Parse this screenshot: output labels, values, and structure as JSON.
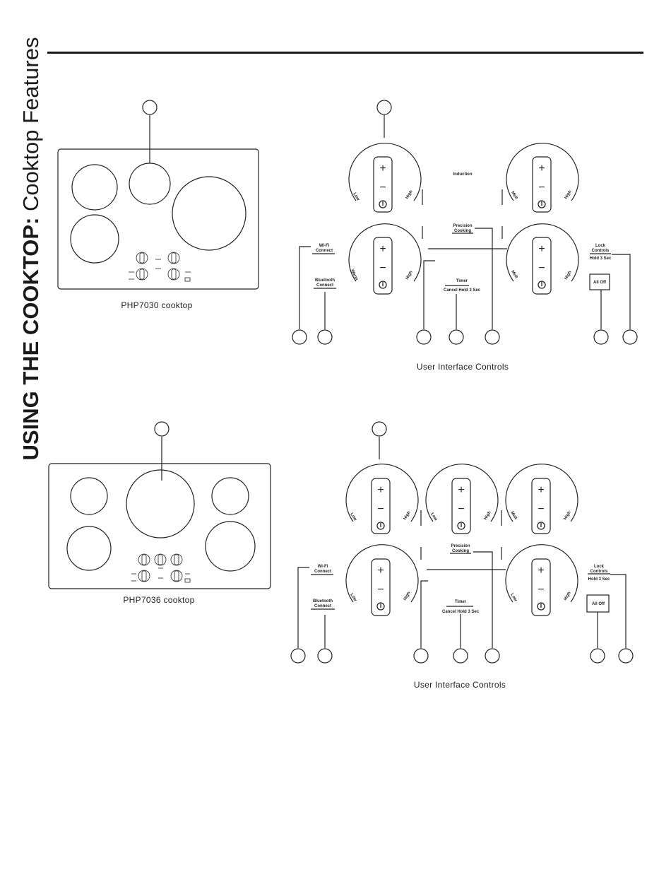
{
  "header": {
    "title_bold": "USING THE COOKTOP:",
    "title_light": " Cooktop Features"
  },
  "sections": [
    {
      "model_caption": "PHP7030 cooktop",
      "ui_caption": "User Interface Controls",
      "labels": {
        "induction": "Induction",
        "precision_1": "Precision",
        "precision_2": "Cooking",
        "timer": "Timer",
        "timer_sub": "Cancel Hold 3 Sec",
        "wifi_1": "Wi-Fi",
        "wifi_2": "Connect",
        "bt_1": "Bluetooth",
        "bt_2": "Connect",
        "lock_1": "Lock",
        "lock_2": "Controls",
        "lock_sub": "Hold 3 Sec",
        "all_off": "All Off"
      },
      "dials": [
        {
          "low": "Low",
          "high": "High"
        },
        {
          "low": "Melt",
          "high": "High"
        },
        {
          "low": "Warm",
          "high": "High"
        },
        {
          "low": "Melt",
          "high": "High"
        }
      ]
    },
    {
      "model_caption": "PHP7036 cooktop",
      "ui_caption": "User Interface Controls",
      "labels": {
        "precision_1": "Precision",
        "precision_2": "Cooking",
        "timer": "Timer",
        "timer_sub": "Cancel Hold 3 Sec",
        "wifi_1": "Wi-Fi",
        "wifi_2": "Connect",
        "bt_1": "Bluetooth",
        "bt_2": "Connect",
        "lock_1": "Lock",
        "lock_2": "Controls",
        "lock_sub": "Hold 3 Sec",
        "all_off": "All Off"
      },
      "dials": [
        {
          "low": "Low",
          "high": "High"
        },
        {
          "low": "Low",
          "high": "High"
        },
        {
          "low": "Melt",
          "high": "High"
        },
        {
          "low": "Low",
          "high": "High"
        },
        {
          "low": "Low",
          "high": "High"
        }
      ]
    }
  ],
  "glyphs": {
    "plus": "+",
    "minus": "−",
    "power": "⏻"
  }
}
